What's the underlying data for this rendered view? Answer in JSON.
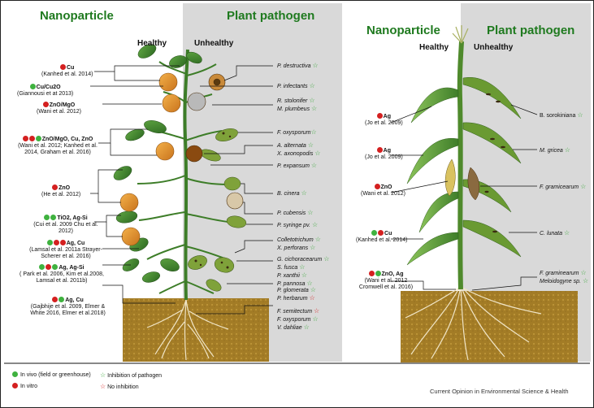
{
  "left_panel": {
    "heading_nanoparticle": "Nanoparticle",
    "heading_pathogen": "Plant pathogen",
    "label_healthy": "Healthy",
    "label_unhealthy": "Unhealthy",
    "nanoparticles": [
      {
        "name": "Cu",
        "cite": "(Kanhed et al. 2014)"
      },
      {
        "name": "Cu/Cu2O",
        "cite": "(Giannousi et at 2013)"
      },
      {
        "name": "ZnO/MgO",
        "cite": "(Wani et al. 2012)"
      },
      {
        "name": "ZnO/MgO, Cu, ZnO",
        "cite": "(Wani et al. 2012; Kanhed et al. 2014, Graham et al. 2016)"
      },
      {
        "name": "ZnO",
        "cite": "(He et al. 2012)"
      },
      {
        "name": "TiO2, Ag-Si",
        "cite": "(Cui et al. 2009 Chu et al. 2012)"
      },
      {
        "name": "Ag, Cu",
        "cite": "(Lamsal et al. 2011a Strayer-Scherer et al. 2016)"
      },
      {
        "name": "Ag, Ag-Si",
        "cite": "( Park et al. 2006, Kim et al.2008, Lamsal et al. 2011b)"
      },
      {
        "name": "Ag, Cu",
        "cite": "(Gajbhije et al. 2009, Elmer & White 2016, Elmer et al.2018)"
      }
    ],
    "pathogens": [
      [
        "P. destructiva"
      ],
      [
        "P. infectants"
      ],
      [
        "R. stolonifer",
        "M. plumbeus"
      ],
      [
        "F. oxysporum"
      ],
      [
        "A. alternata",
        "X. axonopodis"
      ],
      [
        "P. expansum"
      ],
      [
        "B. cinera"
      ],
      [
        "P. cubensis"
      ],
      [
        "P. syringe pv."
      ],
      [
        "Colletotrichum",
        "X. perforans"
      ],
      [
        "G. cichoracearum",
        "S. fusca",
        "P. xanthii",
        "P. pannosa"
      ],
      [
        "P. glomerata",
        "P. herbarum"
      ],
      [
        "F. semitectum",
        "F. oxysporum",
        "V. dahliae"
      ]
    ]
  },
  "right_panel": {
    "heading_nanoparticle": "Nanoparticle",
    "heading_pathogen": "Plant pathogen",
    "label_healthy": "Healthy",
    "label_unhealthy": "Unhealthy",
    "nanoparticles": [
      {
        "name": "Ag",
        "cite": "(Jo et al. 2009)"
      },
      {
        "name": "Ag",
        "cite": "(Jo et al. 2009)"
      },
      {
        "name": "ZnO",
        "cite": "(Wani et al. 2012)"
      },
      {
        "name": "Cu",
        "cite": "(Kanhed et al. 2014)"
      },
      {
        "name": "ZnO, Ag",
        "cite": "(Wani et al. 2012 Cromwell et al. 2016)"
      }
    ],
    "pathogens": [
      [
        "B. sorokiniana"
      ],
      [
        "M. gricea"
      ],
      [
        "F. gramicearum"
      ],
      [
        "C. lunata"
      ],
      [
        "F. graminearum",
        "Meloidogyne sp."
      ]
    ]
  },
  "legend": {
    "in_vivo": "In vivo (field or greenhouse)",
    "in_vitro": "In vitro",
    "inhibition": "Inhibition of pathogen",
    "no_inhibition": "No inhibition"
  },
  "credit": "Current Opinion in Environmental Science & Health",
  "colors": {
    "in_vitro": "#d42020",
    "in_vivo": "#3fb23f",
    "heading": "#1f7a1f",
    "panel_grey": "#d9d9d9"
  }
}
